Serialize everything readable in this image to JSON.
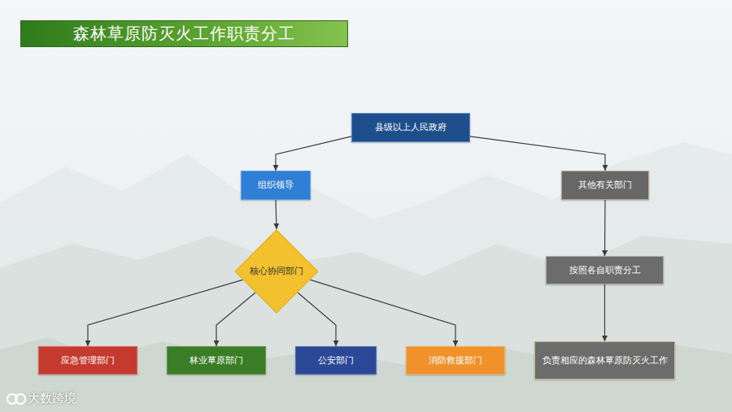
{
  "diagram": {
    "title": "森林草原防灭火工作职责分工",
    "nodes": [
      {
        "text": [
          "县级以上人民政府"
        ]
      },
      {
        "text": [
          "组织领导"
        ]
      },
      {
        "text": [
          "其他有关部门"
        ]
      },
      {
        "text": [
          "核心协同部门"
        ]
      },
      {
        "text": [
          "按照各自职责分工"
        ]
      },
      {
        "text": [
          "应急管理部门"
        ]
      },
      {
        "text": [
          "林业草原部门"
        ]
      },
      {
        "text": [
          "公安部门"
        ]
      },
      {
        "text": [
          "消防救援部门"
        ]
      },
      {
        "text": [
          "负责相应的森林草原防灭火工作"
        ]
      }
    ],
    "edges": [
      {
        "from": 0,
        "to": 1,
        "arrow": "to"
      },
      {
        "from": 0,
        "to": 2,
        "arrow": "to"
      },
      {
        "from": 1,
        "to": 3,
        "arrow": "to"
      },
      {
        "from": 3,
        "to": 5,
        "arrow": "to"
      },
      {
        "from": 3,
        "to": 6,
        "arrow": "to"
      },
      {
        "from": 3,
        "to": 7,
        "arrow": "to"
      },
      {
        "from": 3,
        "to": 8,
        "arrow": "to"
      },
      {
        "from": 2,
        "to": 4,
        "arrow": "to"
      },
      {
        "from": 4,
        "to": 9,
        "arrow": "to"
      }
    ],
    "labels": [
      "大数跨境"
    ]
  }
}
